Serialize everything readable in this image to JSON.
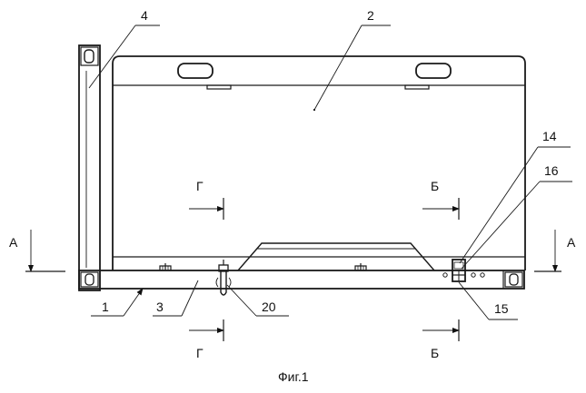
{
  "figure": {
    "caption": "Фиг.1",
    "labels": {
      "l1": "1",
      "l2": "2",
      "l3": "3",
      "l4": "4",
      "l14": "14",
      "l15": "15",
      "l16": "16",
      "l20": "20"
    },
    "sections": {
      "a_left": "А",
      "a_right": "А",
      "g_top": "Г",
      "g_bottom": "Г",
      "b_top": "Б",
      "b_bottom": "Б"
    }
  }
}
